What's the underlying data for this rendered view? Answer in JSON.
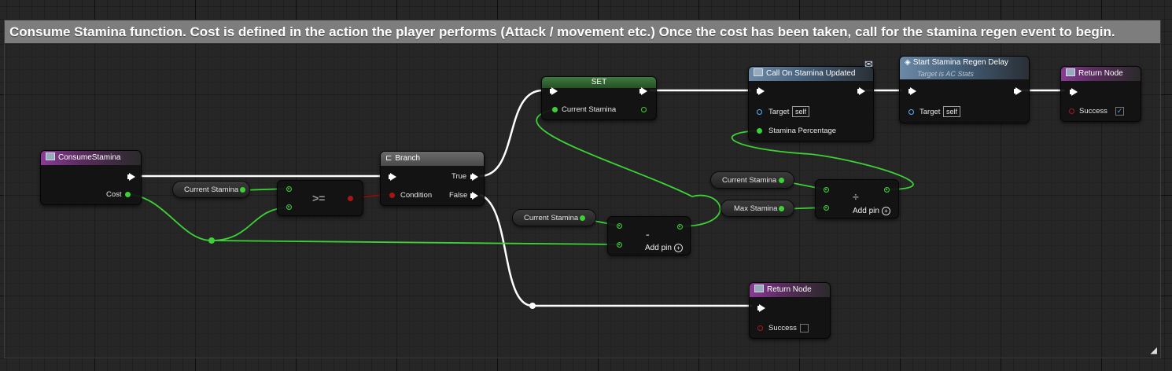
{
  "comment": {
    "title": "Consume Stamina function. Cost is defined in the action the player performs (Attack / movement etc.) Once the cost has been taken, call for the stamina regen event to begin."
  },
  "nodes": {
    "consume_stamina": {
      "title": "ConsumeStamina",
      "cost_label": "Cost"
    },
    "getter_current_stamina_1": {
      "label": "Current Stamina"
    },
    "compare": {
      "operator": ">="
    },
    "branch": {
      "title": "Branch",
      "true_label": "True",
      "condition_label": "Condition",
      "false_label": "False"
    },
    "set": {
      "title": "SET",
      "var_label": "Current Stamina"
    },
    "getter_current_stamina_2": {
      "label": "Current Stamina"
    },
    "subtract": {
      "operator": "-",
      "add_pin": "Add pin"
    },
    "call_on_stamina_updated": {
      "title": "Call On Stamina Updated",
      "target_label": "Target",
      "target_value": "self",
      "percent_label": "Stamina Percentage"
    },
    "getter_current_stamina_3": {
      "label": "Current Stamina"
    },
    "getter_max_stamina": {
      "label": "Max Stamina"
    },
    "divide": {
      "operator": "÷",
      "add_pin": "Add pin"
    },
    "start_regen": {
      "title": "Start Stamina Regen Delay",
      "subtitle": "Target is AC Stats",
      "target_label": "Target",
      "target_value": "self"
    },
    "return_success": {
      "title": "Return Node",
      "success_label": "Success",
      "checked": "✓"
    },
    "return_fail": {
      "title": "Return Node",
      "success_label": "Success"
    }
  },
  "colors": {
    "exec": "#ffffff",
    "float": "#3cd236",
    "bool": "#b01818",
    "object": "#5ab4ff",
    "function_header": "#8a3b95",
    "call_header": "#6c89a6"
  },
  "icons": [
    "function-icon",
    "branch-icon",
    "event-icon",
    "envelope-icon",
    "resize-grip-icon"
  ]
}
